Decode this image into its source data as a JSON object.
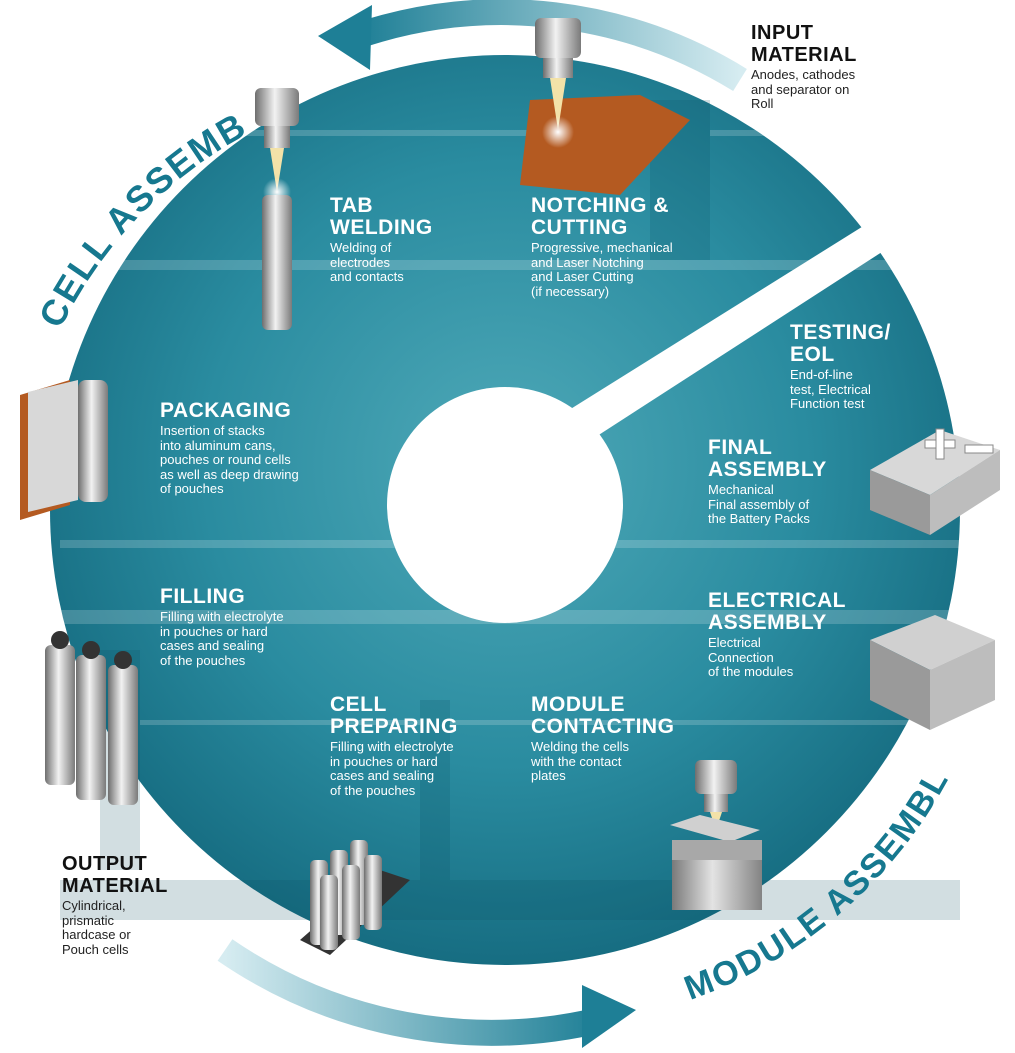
{
  "arc_labels": {
    "cell_assembly": "CELL ASSEMBLY",
    "module_assembly": "MODULE ASSEMBLY"
  },
  "colors": {
    "ring": "#1f7f95",
    "ring_dark": "#0f5d73",
    "arrow": "#1e7f96",
    "arc_text": "#16788f"
  },
  "steps": {
    "input": {
      "title": [
        "INPUT",
        "MATERIAL"
      ],
      "desc": [
        "Anodes, cathodes",
        "and separator on",
        "Roll"
      ]
    },
    "notching": {
      "title": [
        "NOTCHING &",
        "CUTTING"
      ],
      "desc": [
        "Progressive, mechanical",
        "and Laser Notching",
        "and Laser Cutting",
        "(if necessary)"
      ]
    },
    "tab_welding": {
      "title": [
        "TAB",
        "WELDING"
      ],
      "desc": [
        "Welding of",
        "electrodes",
        "and contacts"
      ]
    },
    "packaging": {
      "title": [
        "PACKAGING"
      ],
      "desc": [
        "Insertion of stacks",
        "into aluminum cans,",
        "pouches or round cells",
        "as well as deep drawing",
        "of pouches"
      ]
    },
    "filling": {
      "title": [
        "FILLING"
      ],
      "desc": [
        "Filling with electrolyte",
        "in pouches or hard",
        "cases and sealing",
        "of the pouches"
      ]
    },
    "cell_preparing": {
      "title": [
        "CELL",
        "PREPARING"
      ],
      "desc": [
        "Filling with electrolyte",
        "in pouches or hard",
        "cases and sealing",
        "of the pouches"
      ]
    },
    "module_contacting": {
      "title": [
        "MODULE",
        "CONTACTING"
      ],
      "desc": [
        "Welding the cells",
        "with the contact",
        "plates"
      ]
    },
    "electrical_assembly": {
      "title": [
        "ELECTRICAL",
        "ASSEMBLY"
      ],
      "desc": [
        "Electrical",
        "Connection",
        "of the modules"
      ]
    },
    "final_assembly": {
      "title": [
        "FINAL",
        "ASSEMBLY"
      ],
      "desc": [
        "Mechanical",
        "Final assembly of",
        "the Battery Packs"
      ]
    },
    "testing": {
      "title": [
        "TESTING/",
        "EOL"
      ],
      "desc": [
        "End-of-line",
        "test, Electrical",
        "Function test"
      ]
    },
    "output": {
      "title": [
        "OUTPUT",
        "MATERIAL"
      ],
      "desc": [
        "Cylindrical,",
        "prismatic",
        "hardcase or",
        "Pouch cells"
      ]
    }
  }
}
